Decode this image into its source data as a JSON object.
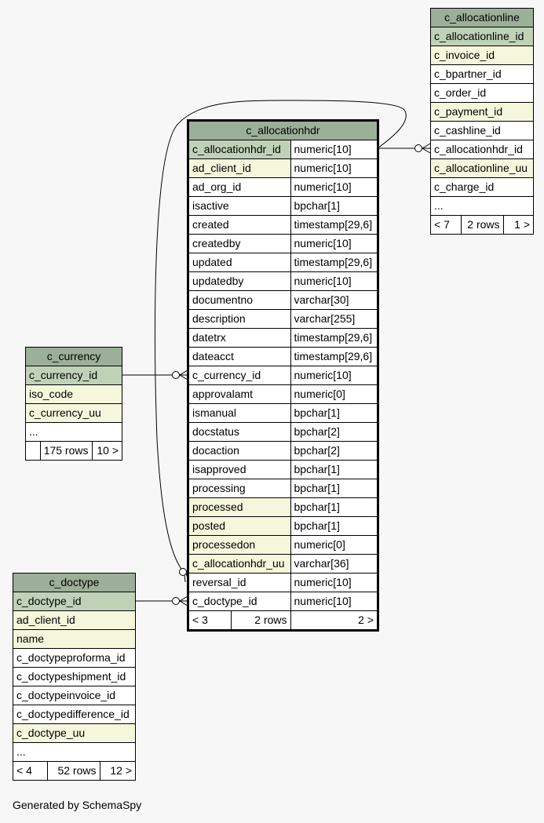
{
  "tables": {
    "allocationline": {
      "name": "c_allocationline",
      "columns": [
        "c_allocationline_id",
        "c_invoice_id",
        "c_bpartner_id",
        "c_order_id",
        "c_payment_id",
        "c_cashline_id",
        "c_allocationhdr_id",
        "c_allocationline_uu",
        "c_charge_id",
        "..."
      ],
      "footer": [
        "< 7",
        "2 rows",
        "1 >"
      ]
    },
    "allocationhdr": {
      "name": "c_allocationhdr",
      "columns": [
        [
          "c_allocationhdr_id",
          "numeric[10]"
        ],
        [
          "ad_client_id",
          "numeric[10]"
        ],
        [
          "ad_org_id",
          "numeric[10]"
        ],
        [
          "isactive",
          "bpchar[1]"
        ],
        [
          "created",
          "timestamp[29,6]"
        ],
        [
          "createdby",
          "numeric[10]"
        ],
        [
          "updated",
          "timestamp[29,6]"
        ],
        [
          "updatedby",
          "numeric[10]"
        ],
        [
          "documentno",
          "varchar[30]"
        ],
        [
          "description",
          "varchar[255]"
        ],
        [
          "datetrx",
          "timestamp[29,6]"
        ],
        [
          "dateacct",
          "timestamp[29,6]"
        ],
        [
          "c_currency_id",
          "numeric[10]"
        ],
        [
          "approvalamt",
          "numeric[0]"
        ],
        [
          "ismanual",
          "bpchar[1]"
        ],
        [
          "docstatus",
          "bpchar[2]"
        ],
        [
          "docaction",
          "bpchar[2]"
        ],
        [
          "isapproved",
          "bpchar[1]"
        ],
        [
          "processing",
          "bpchar[1]"
        ],
        [
          "processed",
          "bpchar[1]"
        ],
        [
          "posted",
          "bpchar[1]"
        ],
        [
          "processedon",
          "numeric[0]"
        ],
        [
          "c_allocationhdr_uu",
          "varchar[36]"
        ],
        [
          "reversal_id",
          "numeric[10]"
        ],
        [
          "c_doctype_id",
          "numeric[10]"
        ]
      ],
      "footer": [
        "< 3",
        "2 rows",
        "2 >"
      ]
    },
    "currency": {
      "name": "c_currency",
      "columns": [
        "c_currency_id",
        "iso_code",
        "c_currency_uu",
        "..."
      ],
      "footer": [
        "",
        "175 rows",
        "10 >"
      ]
    },
    "doctype": {
      "name": "c_doctype",
      "columns": [
        "c_doctype_id",
        "ad_client_id",
        "name",
        "c_doctypeproforma_id",
        "c_doctypeshipment_id",
        "c_doctypeinvoice_id",
        "c_doctypedifference_id",
        "c_doctype_uu",
        "..."
      ],
      "footer": [
        "< 4",
        "52 rows",
        "12 >"
      ]
    }
  },
  "generated_by": "Generated by SchemaSpy",
  "colors": {
    "header": "#9caf98",
    "primary_key": "#bfd2b8",
    "indexed": "#f4f7dc",
    "background": "#f7f7f7"
  }
}
